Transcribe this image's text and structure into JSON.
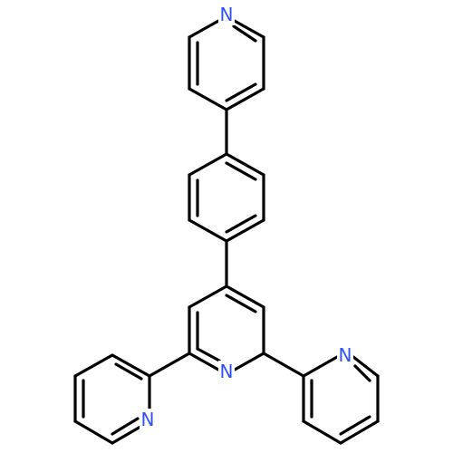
{
  "molecule": {
    "atoms": {
      "n_top": {
        "element": "N",
        "label": "N"
      },
      "n_center": {
        "element": "N",
        "label": "N"
      },
      "n_left": {
        "element": "N",
        "label": "N"
      },
      "n_right": {
        "element": "N",
        "label": "N"
      }
    },
    "colors": {
      "bond": "#000000",
      "nitrogen": "#3050F8",
      "background": "#ffffff"
    }
  }
}
